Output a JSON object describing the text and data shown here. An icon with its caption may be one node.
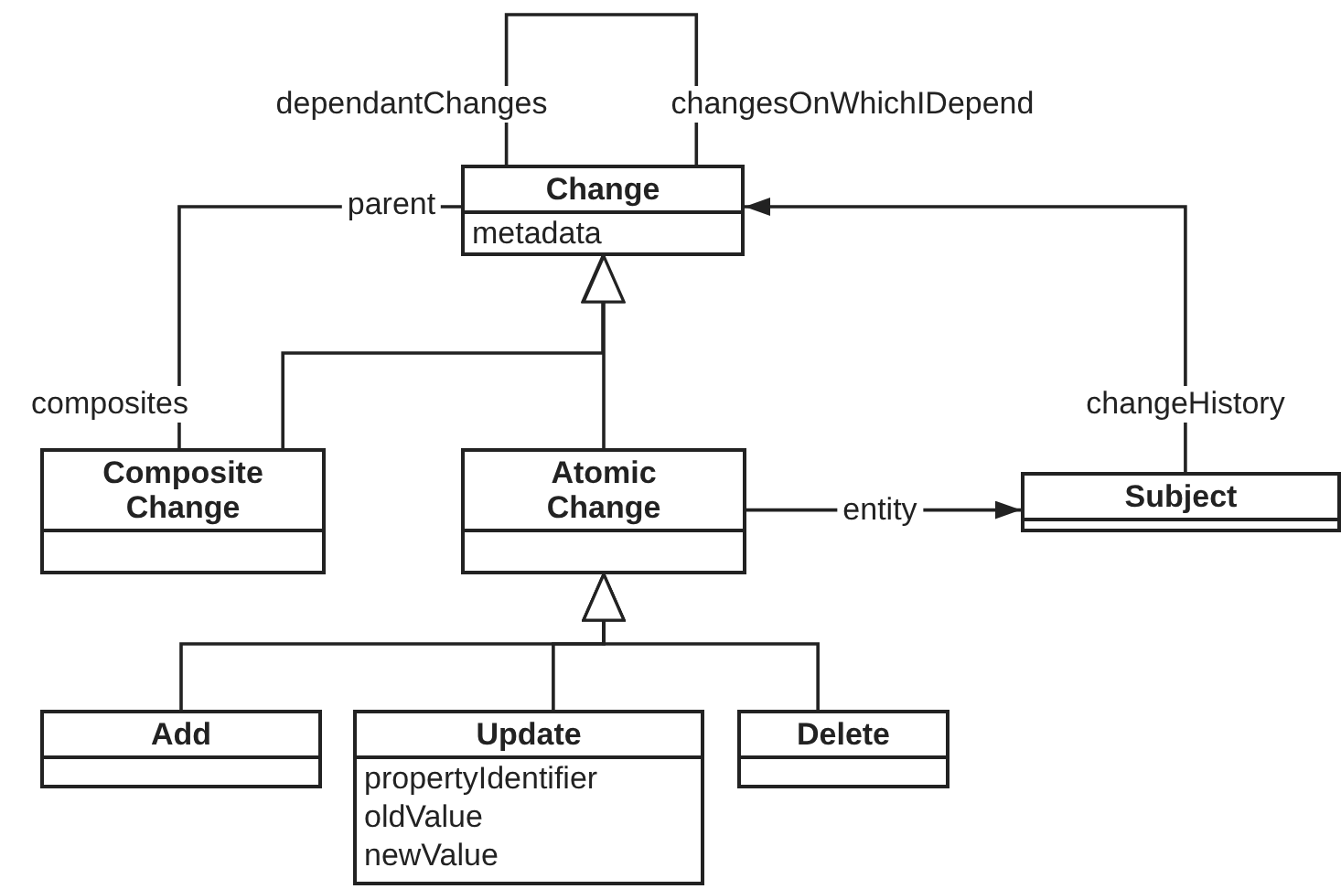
{
  "diagram": {
    "nodes": [
      {
        "text": [
          "Change",
          "metadata"
        ]
      },
      {
        "text": [
          "Composite Change"
        ]
      },
      {
        "text": [
          "Atomic Change"
        ]
      },
      {
        "text": [
          "Subject"
        ]
      },
      {
        "text": [
          "Add"
        ]
      },
      {
        "text": [
          "Update",
          "propertyIdentifier",
          "oldValue",
          "newValue"
        ]
      },
      {
        "text": [
          "Delete"
        ]
      }
    ],
    "edges": [
      {
        "from": 0,
        "to": 0,
        "arrow": "none"
      },
      {
        "from": 1,
        "to": 0,
        "arrow": "none"
      },
      {
        "from": 1,
        "to": 0,
        "arrow": "to"
      },
      {
        "from": 2,
        "to": 0,
        "arrow": "to"
      },
      {
        "from": 3,
        "to": 0,
        "arrow": "to",
        "label": "changeHistory"
      },
      {
        "from": 2,
        "to": 3,
        "arrow": "to",
        "label": "entity"
      },
      {
        "from": 4,
        "to": 2,
        "arrow": "to"
      },
      {
        "from": 5,
        "to": 2,
        "arrow": "to"
      },
      {
        "from": 6,
        "to": 2,
        "arrow": "to"
      }
    ],
    "labels": [
      "dependantChanges",
      "changesOnWhichIDepend",
      "parent",
      "composites"
    ]
  }
}
